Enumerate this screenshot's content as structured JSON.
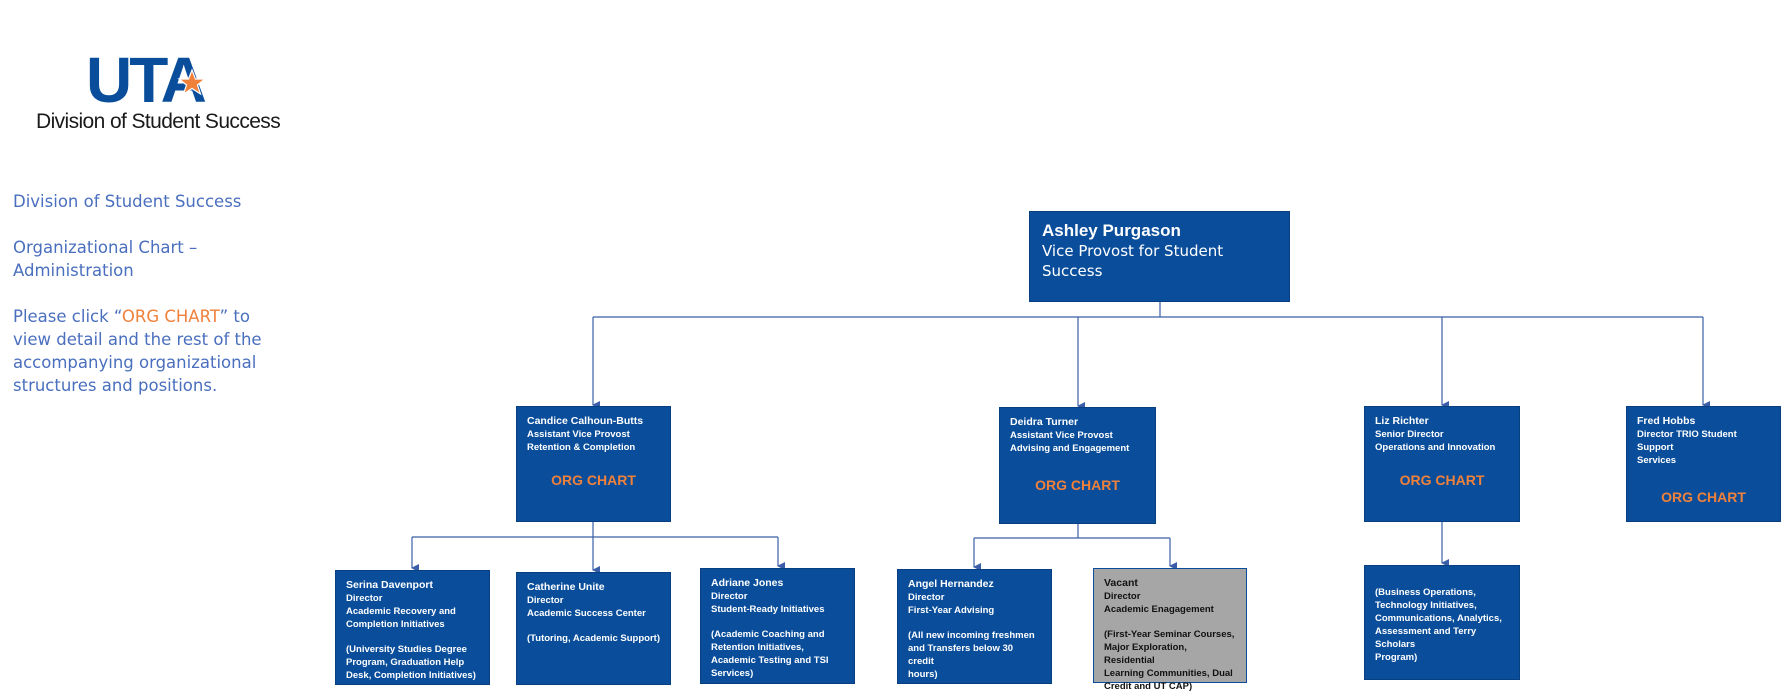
{
  "logo": {
    "mark": "UTA",
    "subtitle": "Division of Student Success"
  },
  "intro": {
    "line1": "Division of Student Success",
    "line2": "Organizational Chart – Administration",
    "line3_pre": "Please click “",
    "line3_link": "ORG CHART",
    "line3_post": "” to view detail and the rest of the accompanying organizational structures and positions."
  },
  "colors": {
    "box": "#0a4e9b",
    "vacant": "#a6a6a6",
    "accent": "#f0813b",
    "text": "#4a6fbe"
  },
  "top": {
    "name": "Ashley Purgason",
    "title": "Vice Provost for Student Success"
  },
  "candice": {
    "name": "Candice Calhoun-Butts",
    "t1": "Assistant Vice Provost",
    "t2": "Retention & Completion",
    "link": "ORG CHART"
  },
  "deidra": {
    "name": "Deidra Turner",
    "t1": "Assistant Vice Provost",
    "t2": "Advising and Engagement",
    "link": "ORG CHART"
  },
  "liz": {
    "name": "Liz Richter",
    "t1": "Senior Director",
    "t2": "Operations and Innovation",
    "link": "ORG CHART"
  },
  "fred": {
    "name": "Fred Hobbs",
    "t1": "Director TRIO Student Support",
    "t2": "Services",
    "link": "ORG CHART"
  },
  "serina": {
    "name": "Serina Davenport",
    "t1": "Director",
    "t2": "Academic Recovery and",
    "t3": "Completion Initiatives",
    "n1": "(University Studies Degree",
    "n2": "Program, Graduation Help",
    "n3": "Desk, Completion Initiatives)"
  },
  "catherine": {
    "name": "Catherine Unite",
    "t1": "Director",
    "t2": "Academic Success Center",
    "n1": "(Tutoring, Academic Support)"
  },
  "adriane": {
    "name": "Adriane Jones",
    "t1": "Director",
    "t2": "Student-Ready Initiatives",
    "n1": "(Academic Coaching and",
    "n2": "Retention Initiatives,",
    "n3": "Academic Testing and TSI",
    "n4": "Services)"
  },
  "angel": {
    "name": "Angel Hernandez",
    "t1": "Director",
    "t2": "First-Year Advising",
    "n1": "(All new incoming freshmen",
    "n2": "and Transfers below 30 credit",
    "n3": "hours)"
  },
  "vacant": {
    "name": "Vacant",
    "t1": "Director",
    "t2": "Academic Enagagement",
    "n1": "(First-Year Seminar Courses,",
    "n2": "Major Exploration, Residential",
    "n3": "Learning Communities, Dual",
    "n4": "Credit and UT CAP)"
  },
  "ops": {
    "n1": "(Business Operations,",
    "n2": "Technology Initiatives,",
    "n3": "Communications, Analytics,",
    "n4": "Assessment and Terry Scholars",
    "n5": "Program)"
  }
}
